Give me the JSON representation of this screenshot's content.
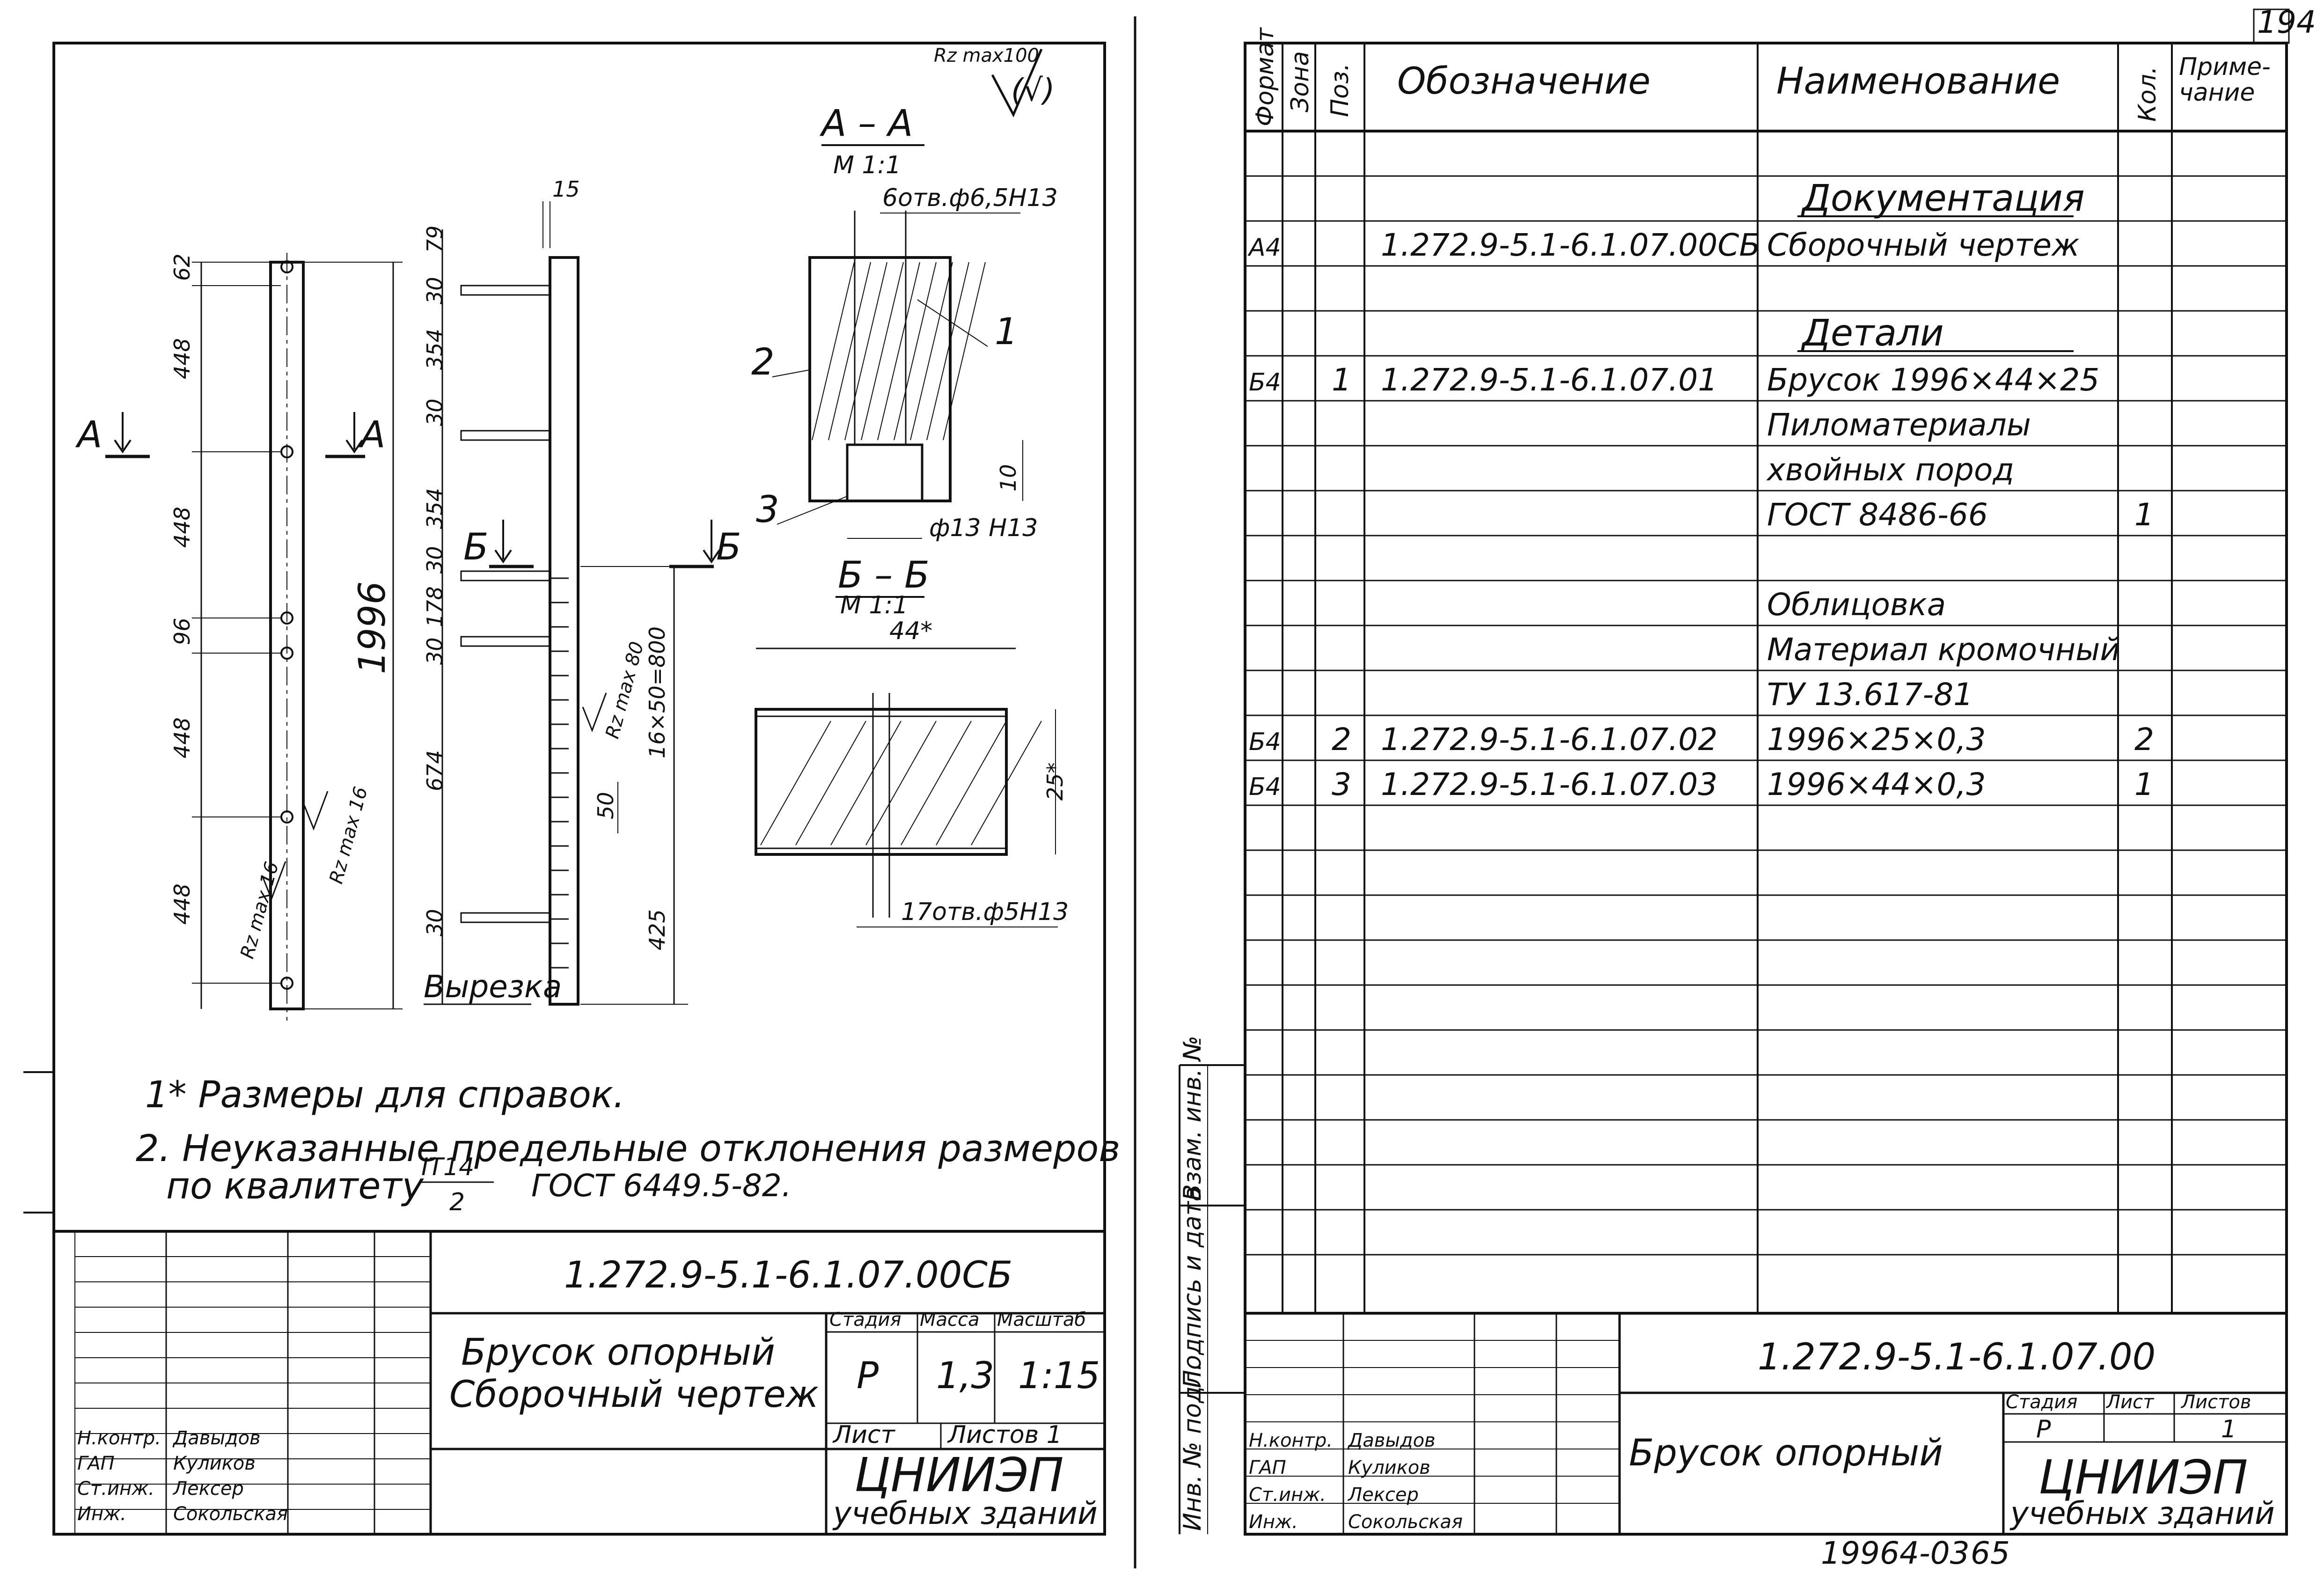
{
  "corner_number": "194",
  "left_sheet": {
    "roughness_mark": "Rz max100",
    "roughness_check": "(√)",
    "section_aa": {
      "title": "А – А",
      "scale": "М 1:1",
      "holes": "6отв.ф6,5Н13",
      "counterbore": "ф13 Н13",
      "depth": "10"
    },
    "section_bb": {
      "title": "Б – Б",
      "scale": "М 1:1",
      "width": "44*",
      "thickness": "25*",
      "holes": "17отв.ф5Н13"
    },
    "part_callouts": [
      "2",
      "1",
      "3"
    ],
    "view_a": {
      "label_a": "А",
      "dims": [
        "62",
        "448",
        "448",
        "96",
        "448",
        "448"
      ],
      "overall": "1996",
      "rz1": "Rz max 16",
      "rz2": "Rz max 16"
    },
    "view_b": {
      "label_b": "Б",
      "top_dim": "15",
      "dims": [
        "79",
        "30",
        "354",
        "30",
        "354",
        "30",
        "178",
        "30",
        "674",
        "30"
      ],
      "pitch": "16×50=800",
      "step": "50",
      "tail": "425",
      "rz": "Rz max 80",
      "cutout_label": "Вырезка"
    },
    "notes": [
      "1* Размеры для справок.",
      "2. Неуказанные предельные отклонения размеров",
      "по квалитету",
      "ГОСТ 6449.5-82."
    ],
    "fraction_num": "IT14",
    "fraction_den": "2",
    "title_block": {
      "code": "1.272.9-5.1-6.1.07.00СБ",
      "name_line1": "Брусок опорный",
      "name_line2": "Сборочный чертеж",
      "stage_hdr": "Стадия",
      "mass_hdr": "Масса",
      "scale_hdr": "Масштаб",
      "stage": "Р",
      "mass": "1,3",
      "scale": "1:15",
      "sheet_hdr": "Лист",
      "sheets_hdr": "Листов 1",
      "org1": "ЦНИИЭП",
      "org2": "учебных зданий",
      "roles": [
        "Н.контр.",
        "ГАП",
        "Ст.инж.",
        "Инж."
      ],
      "names": [
        "Давыдов",
        "Куликов",
        "Лексер",
        "Сокольская"
      ]
    }
  },
  "right_sheet": {
    "headers": [
      "Формат",
      "Зона",
      "Поз.",
      "Обозначение",
      "Наименование",
      "Кол.",
      "Приме-",
      "чание"
    ],
    "rows": [
      {
        "format": "",
        "pos": "",
        "code": "",
        "name": "Документация",
        "qty": "",
        "underline": true
      },
      {
        "format": "А4",
        "pos": "",
        "code": "1.272.9-5.1-6.1.07.00СБ",
        "name": "Сборочный чертеж",
        "qty": ""
      },
      {
        "format": "",
        "pos": "",
        "code": "",
        "name": "Детали",
        "qty": "",
        "underline": true
      },
      {
        "format": "Б4",
        "pos": "1",
        "code": "1.272.9-5.1-6.1.07.01",
        "name": "Брусок 1996×44×25",
        "qty": ""
      },
      {
        "format": "",
        "pos": "",
        "code": "",
        "name": "Пиломатериалы",
        "qty": ""
      },
      {
        "format": "",
        "pos": "",
        "code": "",
        "name": "хвойных пород",
        "qty": ""
      },
      {
        "format": "",
        "pos": "",
        "code": "",
        "name": "ГОСТ 8486-66",
        "qty": "1"
      },
      {
        "format": "",
        "pos": "",
        "code": "",
        "name": "Облицовка",
        "qty": ""
      },
      {
        "format": "",
        "pos": "",
        "code": "",
        "name": "Материал кромочный",
        "qty": ""
      },
      {
        "format": "",
        "pos": "",
        "code": "",
        "name": "ТУ 13.617-81",
        "qty": ""
      },
      {
        "format": "Б4",
        "pos": "2",
        "code": "1.272.9-5.1-6.1.07.02",
        "name": "1996×25×0,3",
        "qty": "2"
      },
      {
        "format": "Б4",
        "pos": "3",
        "code": "1.272.9-5.1-6.1.07.03",
        "name": "1996×44×0,3",
        "qty": "1"
      }
    ],
    "side_labels": [
      "Инв. № подл.",
      "Подпись и дата",
      "Взам. инв. №"
    ],
    "title_block": {
      "code": "1.272.9-5.1-6.1.07.00",
      "name": "Брусок опорный",
      "stage_hdr": "Стадия",
      "sheet_hdr": "Лист",
      "sheets_hdr": "Листов",
      "stage": "Р",
      "sheets": "1",
      "org1": "ЦНИИЭП",
      "org2": "учебных зданий",
      "roles": [
        "Н.контр.",
        "ГАП",
        "Ст.инж.",
        "Инж."
      ],
      "names": [
        "Давыдов",
        "Куликов",
        "Лексер",
        "Сокольская"
      ]
    },
    "footer_code": "19964-03",
    "footer_page": "65"
  }
}
